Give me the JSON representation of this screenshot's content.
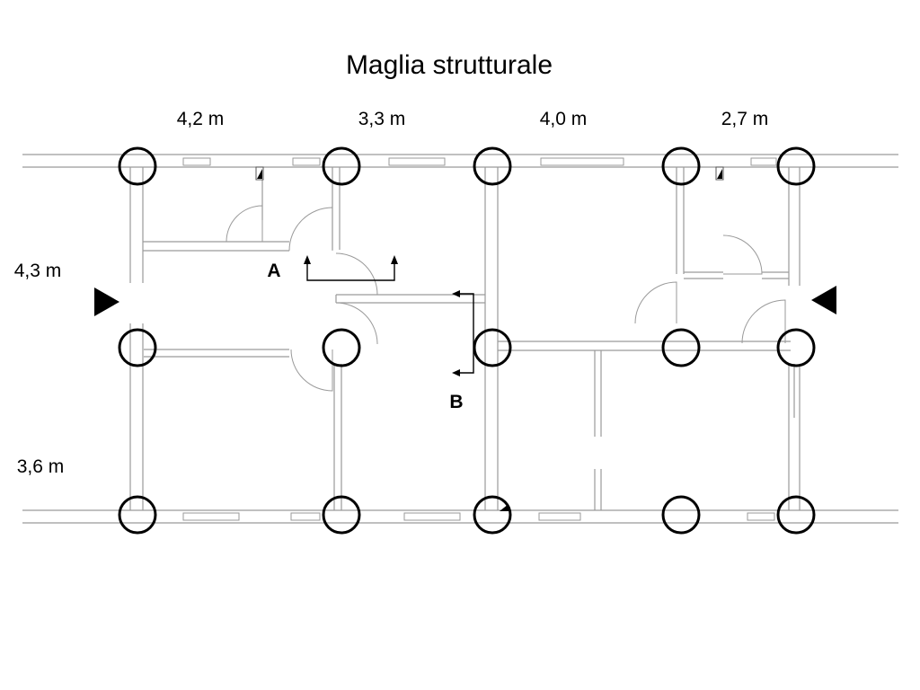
{
  "title": "Maglia strutturale",
  "spans_horizontal": [
    "4,2 m",
    "3,3 m",
    "4,0 m",
    "2,7 m"
  ],
  "spans_vertical": [
    "4,3 m",
    "3,6 m"
  ],
  "sections": [
    "A",
    "B"
  ],
  "colors": {
    "structure": "#000000",
    "walls": "#9a9a9a"
  }
}
